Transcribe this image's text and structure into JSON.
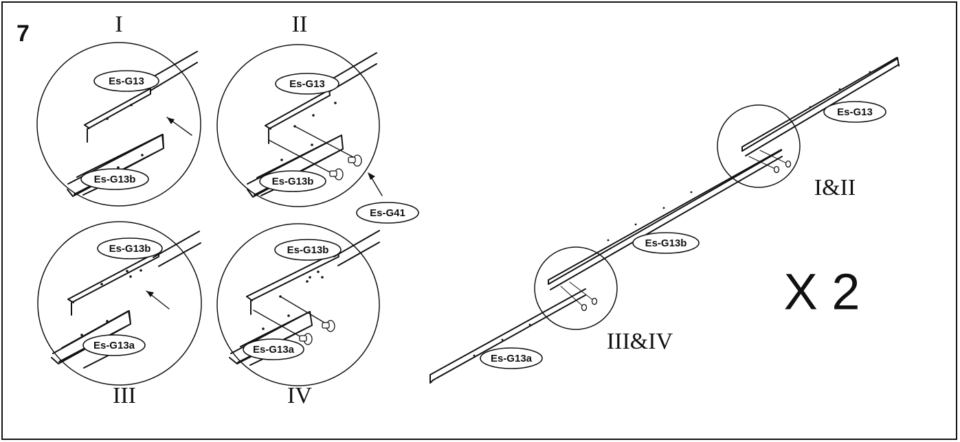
{
  "step_number": "7",
  "detail_views": [
    {
      "numeral": "I"
    },
    {
      "numeral": "II"
    },
    {
      "numeral": "III"
    },
    {
      "numeral": "IV"
    }
  ],
  "part_labels": {
    "g13": "Es-G13",
    "g13a": "Es-G13a",
    "g13b": "Es-G13b",
    "g41": "Es-G41"
  },
  "assembly_labels": {
    "upper_joint": "I&II",
    "lower_joint": "III&IV"
  },
  "quantity": "X 2"
}
